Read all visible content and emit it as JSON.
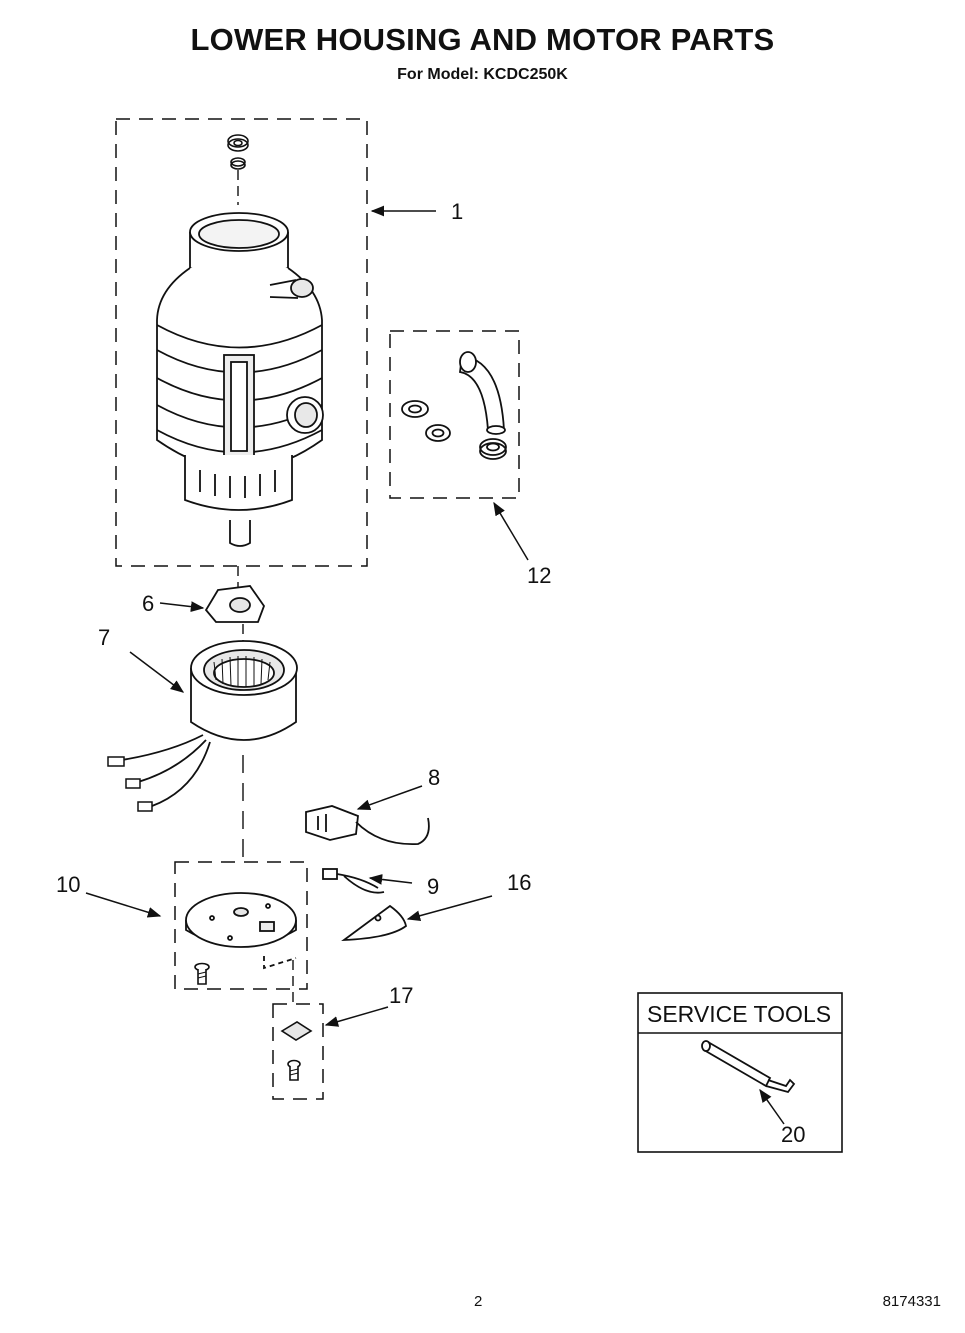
{
  "header": {
    "title": "LOWER HOUSING AND MOTOR PARTS",
    "subtitle": "For Model: KCDC250K"
  },
  "callouts": {
    "c1": "1",
    "c6": "6",
    "c7": "7",
    "c8": "8",
    "c9": "9",
    "c10": "10",
    "c12": "12",
    "c16": "16",
    "c17": "17",
    "c20": "20"
  },
  "service_tools": {
    "title": "SERVICE TOOLS"
  },
  "footer": {
    "page_number": "2",
    "doc_number": "8174331"
  }
}
